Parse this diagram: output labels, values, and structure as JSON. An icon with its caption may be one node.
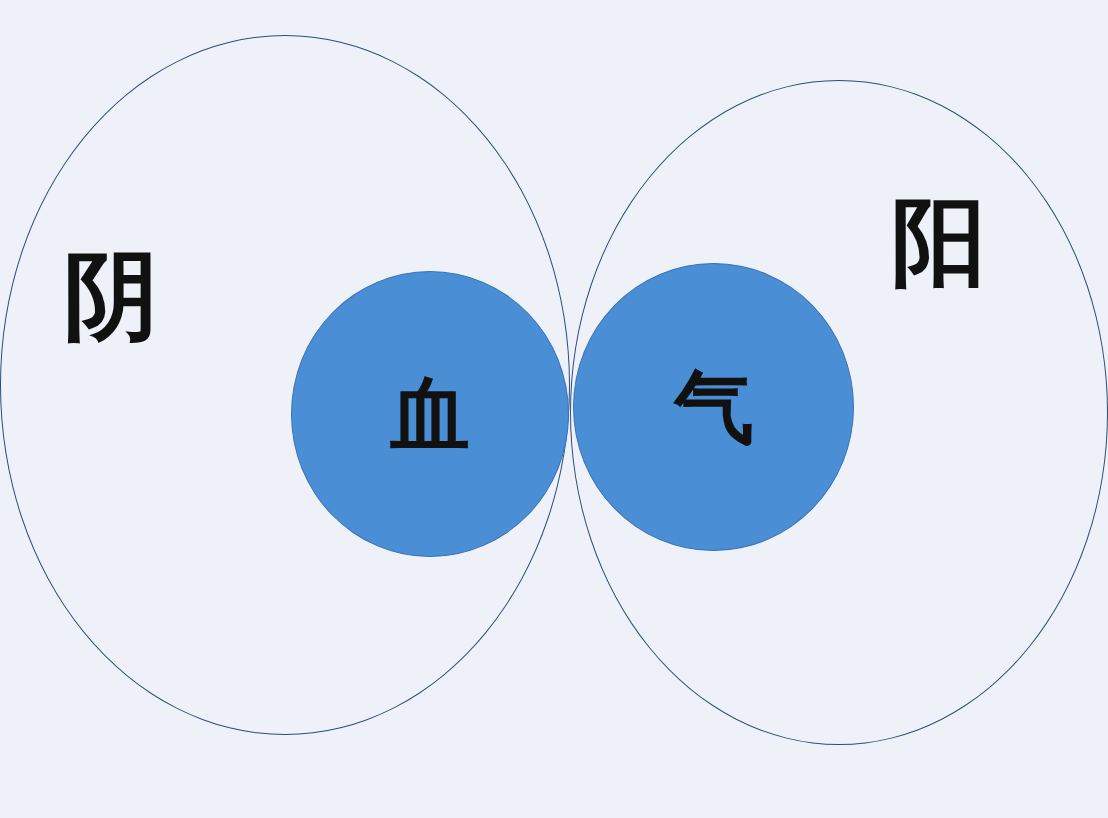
{
  "diagram": {
    "nodes": [
      {
        "text": [
          "阴"
        ]
      },
      {
        "text": [
          "血"
        ],
        "in": 0
      },
      {
        "text": [
          "阳"
        ]
      },
      {
        "text": [
          "气"
        ],
        "in": 2
      }
    ]
  }
}
